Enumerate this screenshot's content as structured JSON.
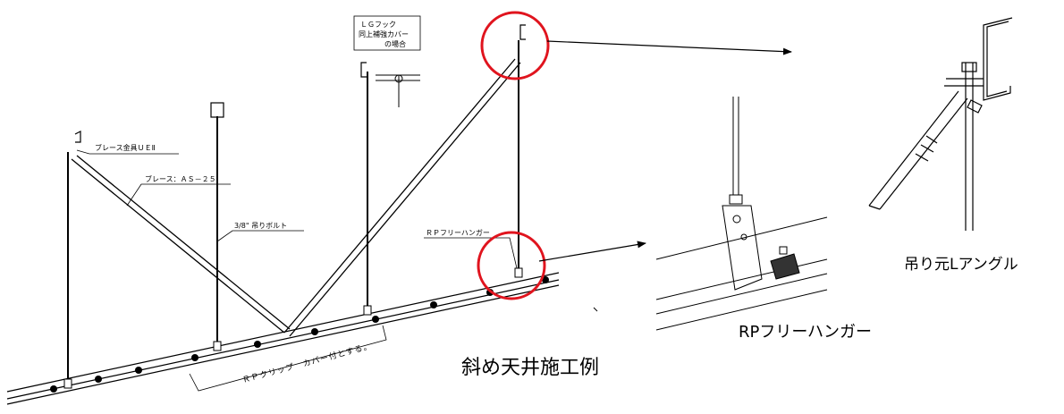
{
  "title": "斜め天井施工例",
  "labels": {
    "brace_fitting": "ブレース金具ＵＥⅡ",
    "brace": "ブレース：ＡＳ－２５",
    "hanging_bolt": "3/8\" 吊りボルト",
    "lg_hook_line1": "ＬＧフック",
    "lg_hook_line2": "同上補強カバー",
    "lg_hook_line3": "の場合",
    "rp_free_hanger_small": "ＲＰフリーハンガー",
    "rp_clip_note": "ＲＰクリップ　カバー付とする。"
  },
  "details": {
    "rp_free_hanger": "RPフリーハンガー",
    "anchor_angle": "吊り元Lアングル"
  },
  "colors": {
    "highlight_circle": "#e0141e",
    "line": "#000000"
  }
}
